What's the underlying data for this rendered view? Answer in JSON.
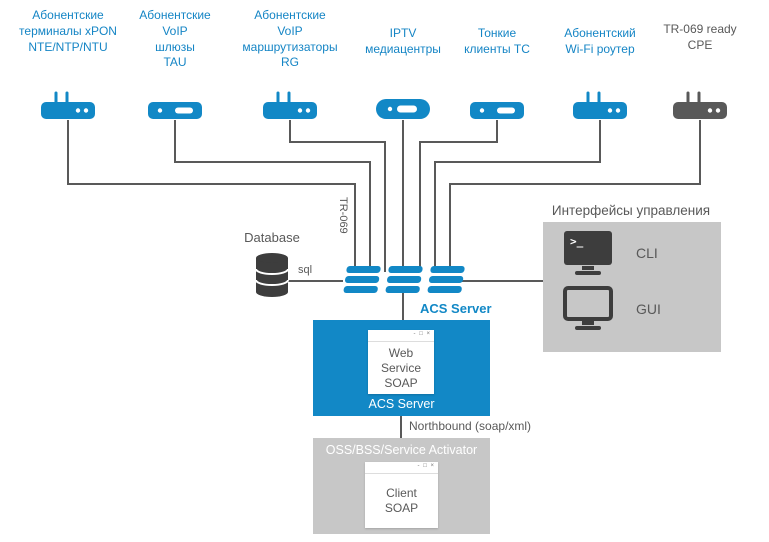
{
  "colors": {
    "accent_blue": "#1288c6",
    "line_gray": "#595959",
    "panel_gray": "#c7c7c7",
    "icon_dark": "#3d3d3d"
  },
  "devices": [
    {
      "label": "Абонентские\nтерминалы xPON\nNTE/NTP/NTU"
    },
    {
      "label": "Абонентские\nVoIP\nшлюзы\nTAU"
    },
    {
      "label": "Абонентские\nVoIP\nмаршрутизаторы\nRG"
    },
    {
      "label": "IPTV\nмедиацентры"
    },
    {
      "label": "Тонкие\nклиенты TC"
    },
    {
      "label": "Абонентский\nWi-Fi роутер"
    },
    {
      "label": "TR-069 ready\nCPE"
    }
  ],
  "labels": {
    "tr069_link": "TR-069",
    "database": "Database",
    "sql": "sql",
    "acs_server": "ACS Server",
    "management_title": "Интерфейсы управления",
    "cli": "CLI",
    "gui": "GUI",
    "cli_prompt": ">_",
    "web_service_window": "Web\nService\nSOAP",
    "acs_server_box": "ACS Server",
    "northbound": "Northbound (soap/xml)",
    "oss_box_title": "OSS/BSS/Service Activator",
    "client_window": "Client\nSOAP",
    "window_controls": "- □ ×"
  }
}
